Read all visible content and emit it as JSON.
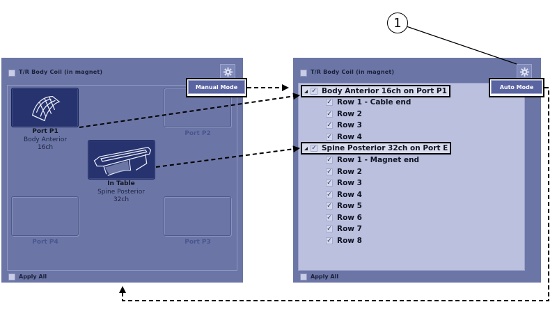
{
  "callout": {
    "number": "1"
  },
  "manual_panel": {
    "top_checkbox_label": "T/R Body Coil (in magnet)",
    "top_checkbox_checked": false,
    "mode_button_label": "Manual Mode",
    "ports": [
      {
        "id": "P1",
        "caption": "Port P1",
        "coil_name": "Body Anterior",
        "channels": "16ch",
        "occupied": true,
        "icon": "body-anterior-coil-icon"
      },
      {
        "id": "P2",
        "caption": "Port P2",
        "occupied": false
      },
      {
        "id": "table",
        "caption": "In Table",
        "coil_name": "Spine Posterior",
        "channels": "32ch",
        "occupied": true,
        "icon": "spine-posterior-coil-icon"
      },
      {
        "id": "P4",
        "caption": "Port P4",
        "occupied": false
      },
      {
        "id": "P3",
        "caption": "Port P3",
        "occupied": false
      }
    ],
    "bottom_checkbox_label": "Apply All",
    "bottom_checkbox_checked": false
  },
  "auto_panel": {
    "top_checkbox_label": "T/R Body Coil (in magnet)",
    "top_checkbox_checked": false,
    "mode_button_label": "Auto Mode",
    "groups": [
      {
        "label": "Body Anterior 16ch on Port P1",
        "checked": true,
        "expanded": true,
        "rows": [
          {
            "label": "Row 1 - Cable end",
            "checked": true
          },
          {
            "label": "Row 2",
            "checked": true
          },
          {
            "label": "Row 3",
            "checked": true
          },
          {
            "label": "Row 4",
            "checked": true
          }
        ]
      },
      {
        "label": "Spine Posterior 32ch on Port E",
        "checked": true,
        "expanded": true,
        "rows": [
          {
            "label": "Row 1 - Magnet end",
            "checked": true
          },
          {
            "label": "Row 2",
            "checked": true
          },
          {
            "label": "Row 3",
            "checked": true
          },
          {
            "label": "Row 4",
            "checked": true
          },
          {
            "label": "Row 5",
            "checked": true
          },
          {
            "label": "Row 6",
            "checked": true
          },
          {
            "label": "Row 7",
            "checked": true
          },
          {
            "label": "Row 8",
            "checked": true
          }
        ]
      }
    ],
    "bottom_checkbox_label": "Apply All",
    "bottom_checkbox_checked": false
  },
  "glyphs": {
    "check": "✓"
  },
  "colors": {
    "panel_bg": "#6b76a6",
    "tree_bg": "#bac0dd",
    "port_filled": "#27336e",
    "mode_button": "#5a64a0"
  }
}
